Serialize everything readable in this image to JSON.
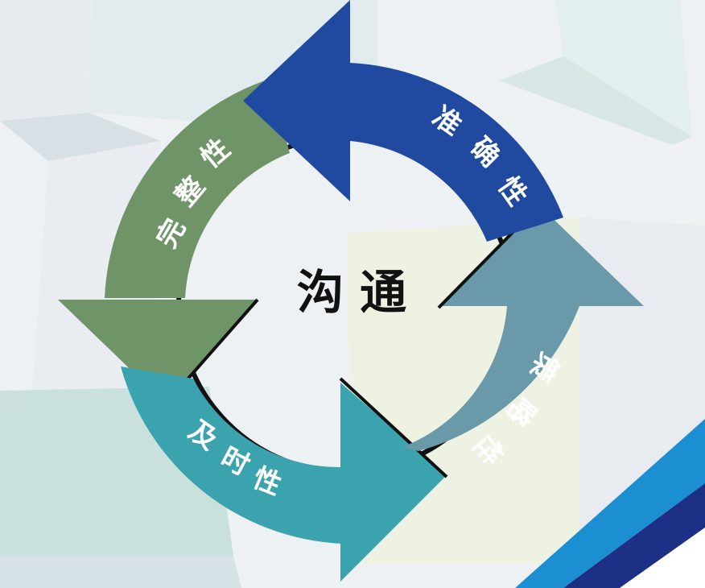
{
  "diagram": {
    "type": "cycle",
    "center": {
      "label": "沟 通",
      "text": "沟通"
    },
    "segments": [
      {
        "id": "accuracy",
        "label": "准确性",
        "chars": [
          "准",
          "确",
          "性"
        ],
        "color": "#1f4aa0",
        "position": "top-right",
        "arrow_direction": "left"
      },
      {
        "id": "strategy",
        "label": "策略性",
        "chars": [
          "策",
          "略",
          "性"
        ],
        "color": "#6a9aaa",
        "position": "right",
        "arrow_direction": "up"
      },
      {
        "id": "timeliness",
        "label": "及时性",
        "chars": [
          "及",
          "时",
          "性"
        ],
        "color": "#3aa3ad",
        "position": "bottom-left",
        "arrow_direction": "right"
      },
      {
        "id": "completeness",
        "label": "完整性",
        "chars": [
          "完",
          "整",
          "性"
        ],
        "color": "#6f9468",
        "position": "left",
        "arrow_direction": "down"
      }
    ],
    "flow": [
      "准确性",
      "完整性",
      "及时性",
      "策略性"
    ]
  },
  "colors": {
    "background": "#eef1f4",
    "blue_band_light": "#1b8fd2",
    "blue_band_dark": "#1e2f86",
    "center_text": "#111111",
    "label_text": "#ffffff",
    "inner_shadow": "#111111"
  }
}
